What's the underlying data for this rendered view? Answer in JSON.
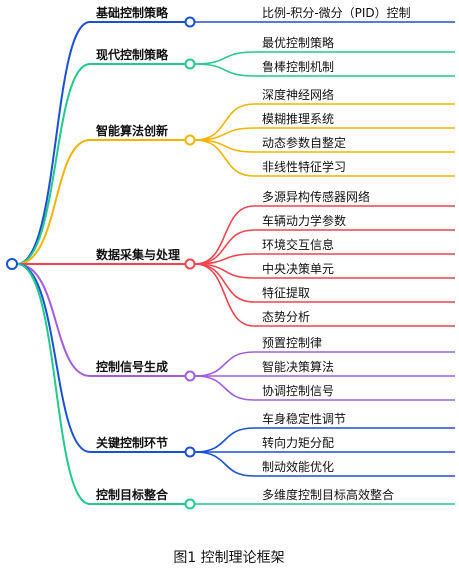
{
  "caption": "图1 控制理论框架",
  "branches": [
    {
      "label": "基础控制策略",
      "color": "#1a4fd6",
      "leaves": [
        "比例-积分-微分（PID）控制"
      ]
    },
    {
      "label": "现代控制策略",
      "color": "#22c98a",
      "leaves": [
        "最优控制策略",
        "鲁棒控制机制"
      ]
    },
    {
      "label": "智能算法创新",
      "color": "#f2b400",
      "leaves": [
        "深度神经网络",
        "模糊推理系统",
        "动态参数自整定",
        "非线性特征学习"
      ]
    },
    {
      "label": "数据采集与处理",
      "color": "#f0454e",
      "leaves": [
        "多源异构传感器网络",
        "车辆动力学参数",
        "环境交互信息",
        "中央决策单元",
        "特征提取",
        "态势分析"
      ]
    },
    {
      "label": "控制信号生成",
      "color": "#a35ce0",
      "leaves": [
        "预置控制律",
        "智能决策算法",
        "协调控制信号"
      ]
    },
    {
      "label": "关键控制环节",
      "color": "#1a4fd6",
      "leaves": [
        "车身稳定性调节",
        "转向力矩分配",
        "制动效能优化"
      ]
    },
    {
      "label": "控制目标整合",
      "color": "#22c98a",
      "leaves": [
        "多维度控制目标高效整合"
      ]
    }
  ]
}
